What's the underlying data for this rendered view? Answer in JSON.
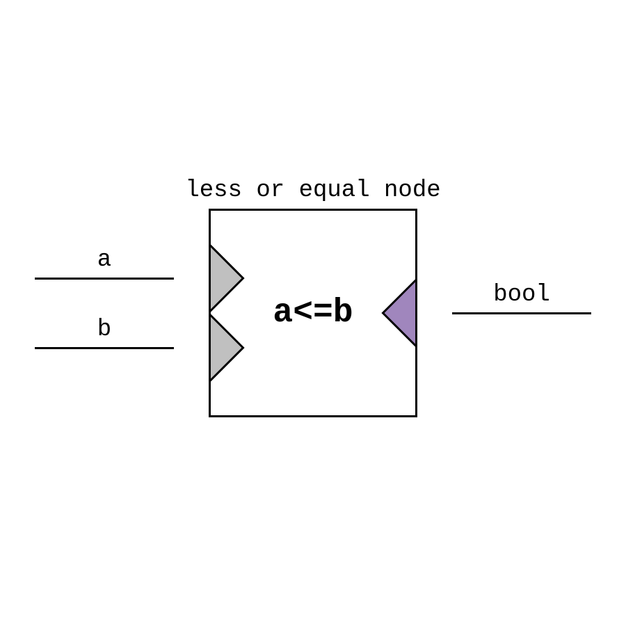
{
  "node": {
    "title": "less or equal node",
    "expression": "a<=b",
    "inputs": [
      {
        "label": "a"
      },
      {
        "label": "b"
      }
    ],
    "output": {
      "label": "bool"
    }
  },
  "colors": {
    "input_port": "#c0c0c0",
    "output_port": "#a086bd",
    "stroke": "#000000",
    "background": "#ffffff"
  }
}
